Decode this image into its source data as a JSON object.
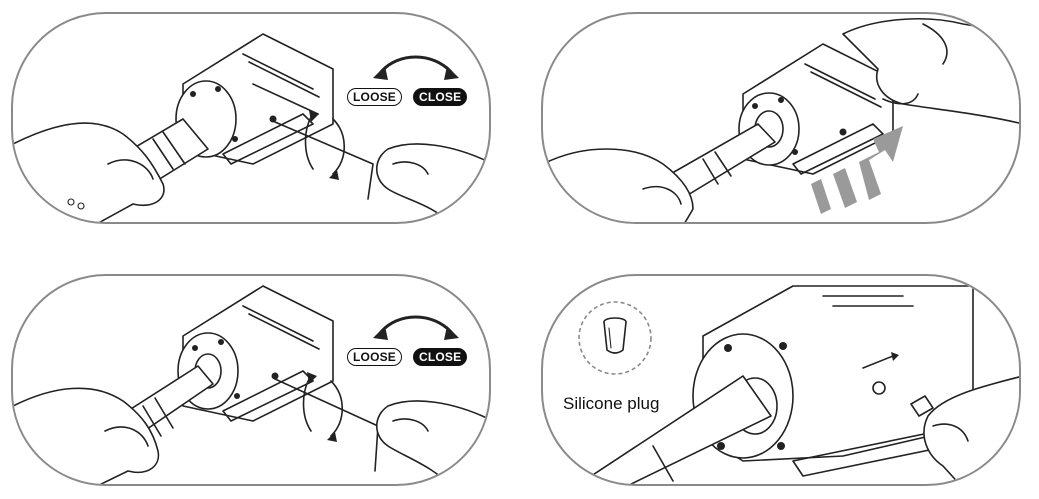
{
  "panels": [
    {
      "id": "step-1",
      "rotate_labels": {
        "loose": "LOOSE",
        "close": "CLOSE"
      }
    },
    {
      "id": "step-2"
    },
    {
      "id": "step-3",
      "rotate_labels": {
        "loose": "LOOSE",
        "close": "CLOSE"
      }
    },
    {
      "id": "step-4",
      "caption": "Silicone plug"
    }
  ],
  "colors": {
    "stroke": "#222222",
    "panel_border": "#8a8a8a",
    "arrow_grey": "#9a9a9a"
  }
}
